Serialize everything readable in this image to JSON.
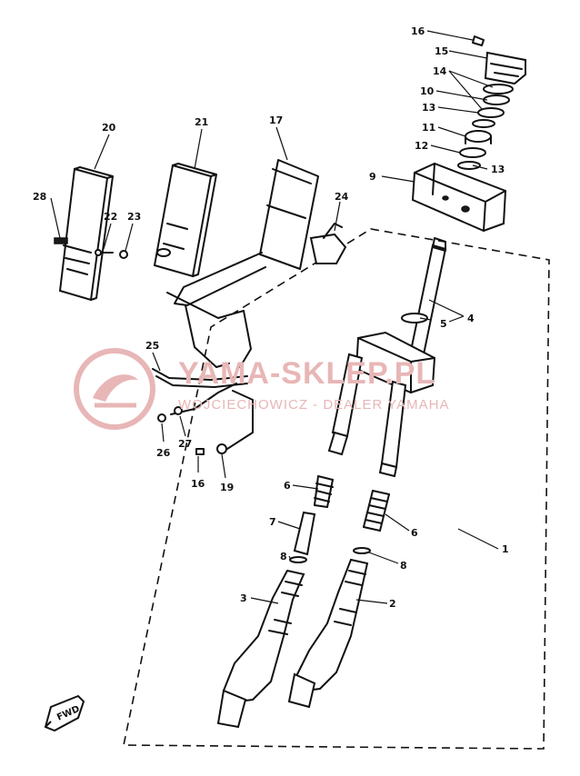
{
  "diagram": {
    "callouts": [
      {
        "id": "c16a",
        "label": "16"
      },
      {
        "id": "c15",
        "label": "15"
      },
      {
        "id": "c14",
        "label": "14"
      },
      {
        "id": "c10",
        "label": "10"
      },
      {
        "id": "c13a",
        "label": "13"
      },
      {
        "id": "c11",
        "label": "11"
      },
      {
        "id": "c12",
        "label": "12"
      },
      {
        "id": "c13b",
        "label": "13"
      },
      {
        "id": "c9",
        "label": "9"
      },
      {
        "id": "c20",
        "label": "20"
      },
      {
        "id": "c21",
        "label": "21"
      },
      {
        "id": "c17",
        "label": "17"
      },
      {
        "id": "c28",
        "label": "28"
      },
      {
        "id": "c22",
        "label": "22"
      },
      {
        "id": "c23",
        "label": "23"
      },
      {
        "id": "c24",
        "label": "24"
      },
      {
        "id": "c5",
        "label": "5"
      },
      {
        "id": "c4",
        "label": "4"
      },
      {
        "id": "c25",
        "label": "25"
      },
      {
        "id": "c26",
        "label": "26"
      },
      {
        "id": "c27",
        "label": "27"
      },
      {
        "id": "c16b",
        "label": "16"
      },
      {
        "id": "c19",
        "label": "19"
      },
      {
        "id": "c6a",
        "label": "6"
      },
      {
        "id": "c7",
        "label": "7"
      },
      {
        "id": "c6b",
        "label": "6"
      },
      {
        "id": "c1",
        "label": "1"
      },
      {
        "id": "c8a",
        "label": "8"
      },
      {
        "id": "c8b",
        "label": "8"
      },
      {
        "id": "c3",
        "label": "3"
      },
      {
        "id": "c2",
        "label": "2"
      }
    ],
    "fwd_label": "FWD"
  },
  "watermark": {
    "main": "YAMA-SKLEP.PL",
    "sub": "WOJCIECHOWICZ - DEALER YAMAHA",
    "color": "#e8b6b6"
  }
}
